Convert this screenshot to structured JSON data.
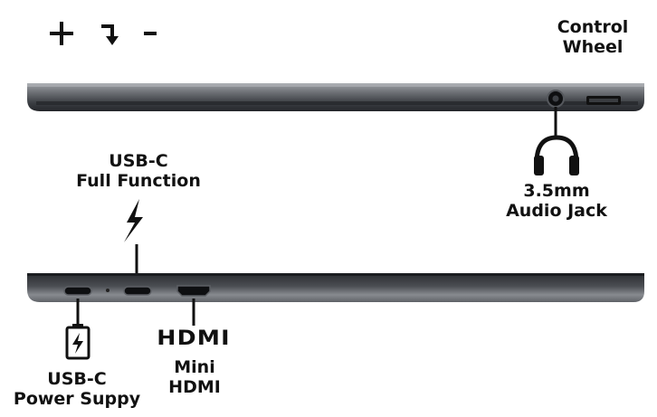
{
  "top_symbols": {
    "plus": "+",
    "enter": "↴",
    "minus": "-"
  },
  "labels": {
    "control_wheel": [
      "Control",
      "Wheel"
    ],
    "audio_jack": [
      "3.5mm",
      "Audio Jack"
    ],
    "usbc_full": [
      "USB-C",
      "Full Function"
    ],
    "usbc_power": [
      "USB-C",
      "Power Suppy"
    ],
    "hdmi_logo": "HDMI",
    "mini_hdmi": [
      "Mini",
      "HDMI"
    ]
  },
  "icons": {
    "headphones": "headphones-icon",
    "lightning": "lightning-bolt-icon",
    "battery": "battery-charging-icon",
    "hdmi": "hdmi-logo-icon"
  },
  "colors": {
    "body_dark": "#2c2f34",
    "body_light": "#8a8d92",
    "label": "#111111"
  }
}
